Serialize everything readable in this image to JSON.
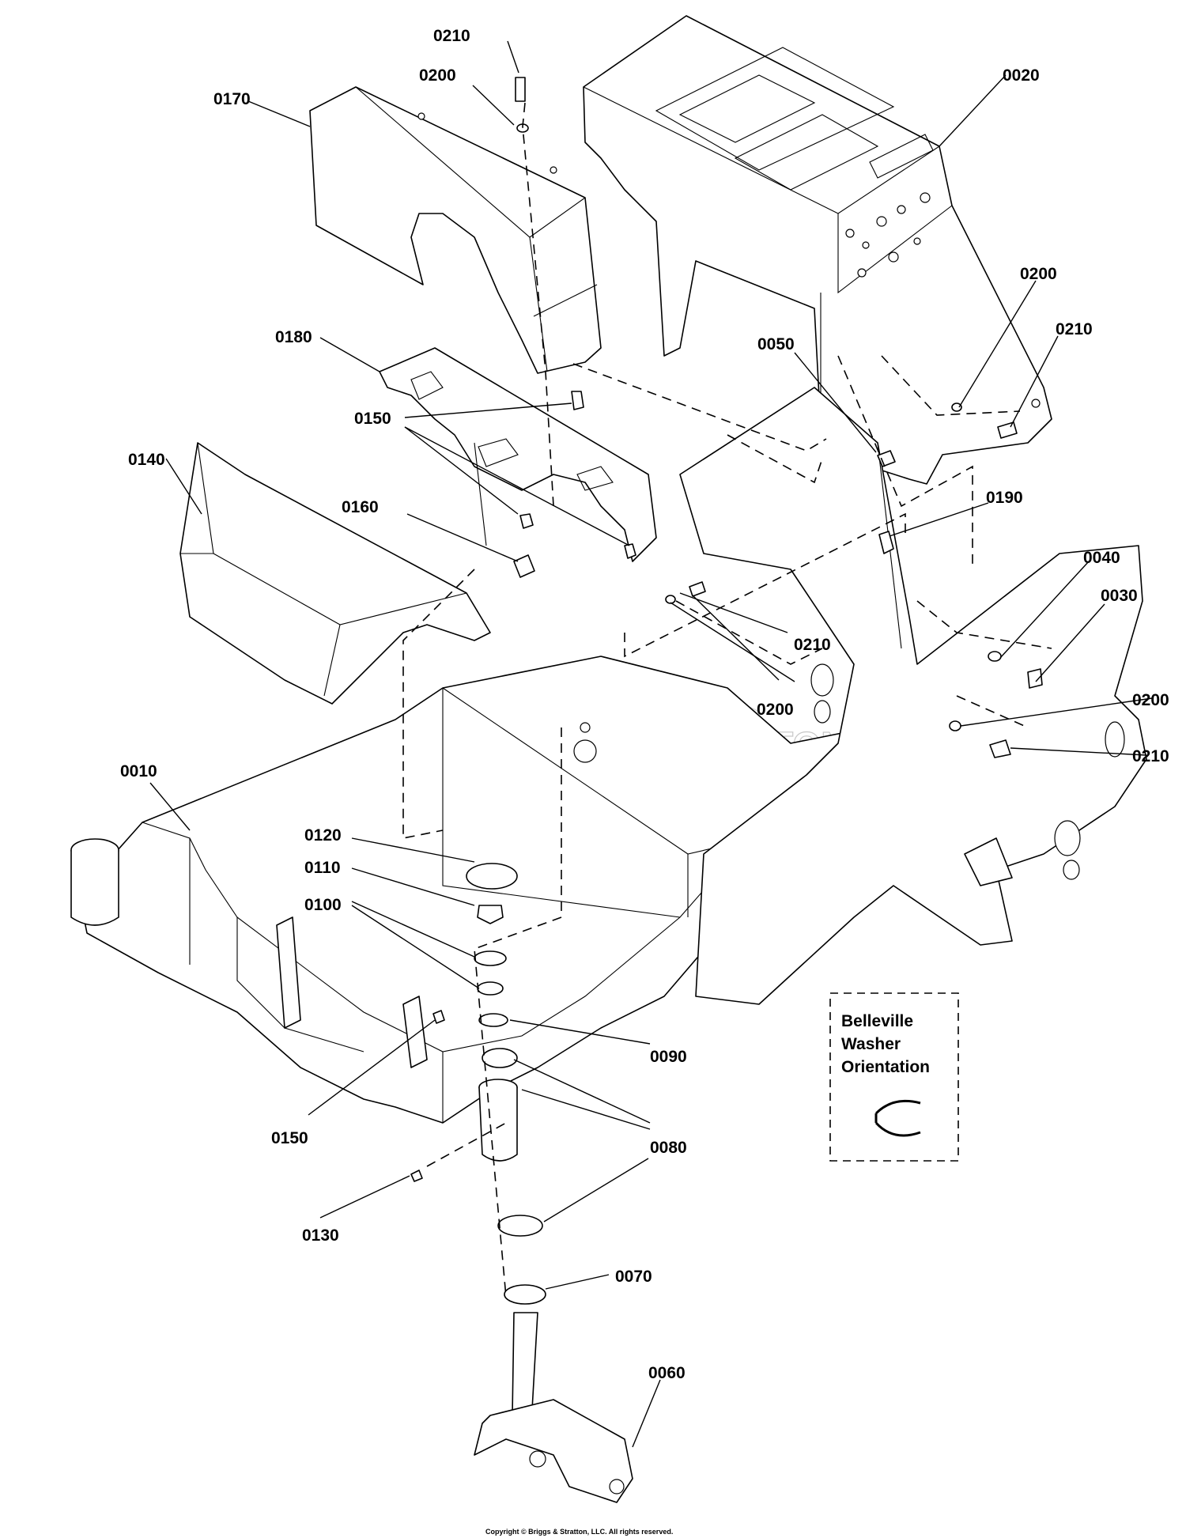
{
  "watermark": "BRIGGS & STRATTON",
  "legend": {
    "line1": "Belleville",
    "line2": "Washer",
    "line3": "Orientation"
  },
  "copyright": "Copyright © Briggs & Stratton, LLC. All rights reserved.",
  "callouts": [
    {
      "id": "0210",
      "text": "0210"
    },
    {
      "id": "0200",
      "text": "0200"
    },
    {
      "id": "0170",
      "text": "0170"
    },
    {
      "id": "0020",
      "text": "0020"
    },
    {
      "id": "0180",
      "text": "0180"
    },
    {
      "id": "0050",
      "text": "0050"
    },
    {
      "id": "0200b",
      "text": "0200"
    },
    {
      "id": "0210b",
      "text": "0210"
    },
    {
      "id": "0150",
      "text": "0150"
    },
    {
      "id": "0140",
      "text": "0140"
    },
    {
      "id": "0160",
      "text": "0160"
    },
    {
      "id": "0190",
      "text": "0190"
    },
    {
      "id": "0040",
      "text": "0040"
    },
    {
      "id": "0030",
      "text": "0030"
    },
    {
      "id": "0210c",
      "text": "0210"
    },
    {
      "id": "0200c",
      "text": "0200"
    },
    {
      "id": "0200d",
      "text": "0200"
    },
    {
      "id": "0210d",
      "text": "0210"
    },
    {
      "id": "0010",
      "text": "0010"
    },
    {
      "id": "0120",
      "text": "0120"
    },
    {
      "id": "0110",
      "text": "0110"
    },
    {
      "id": "0100",
      "text": "0100"
    },
    {
      "id": "0090",
      "text": "0090"
    },
    {
      "id": "0150b",
      "text": "0150"
    },
    {
      "id": "0080",
      "text": "0080"
    },
    {
      "id": "0130",
      "text": "0130"
    },
    {
      "id": "0070",
      "text": "0070"
    },
    {
      "id": "0060",
      "text": "0060"
    }
  ]
}
